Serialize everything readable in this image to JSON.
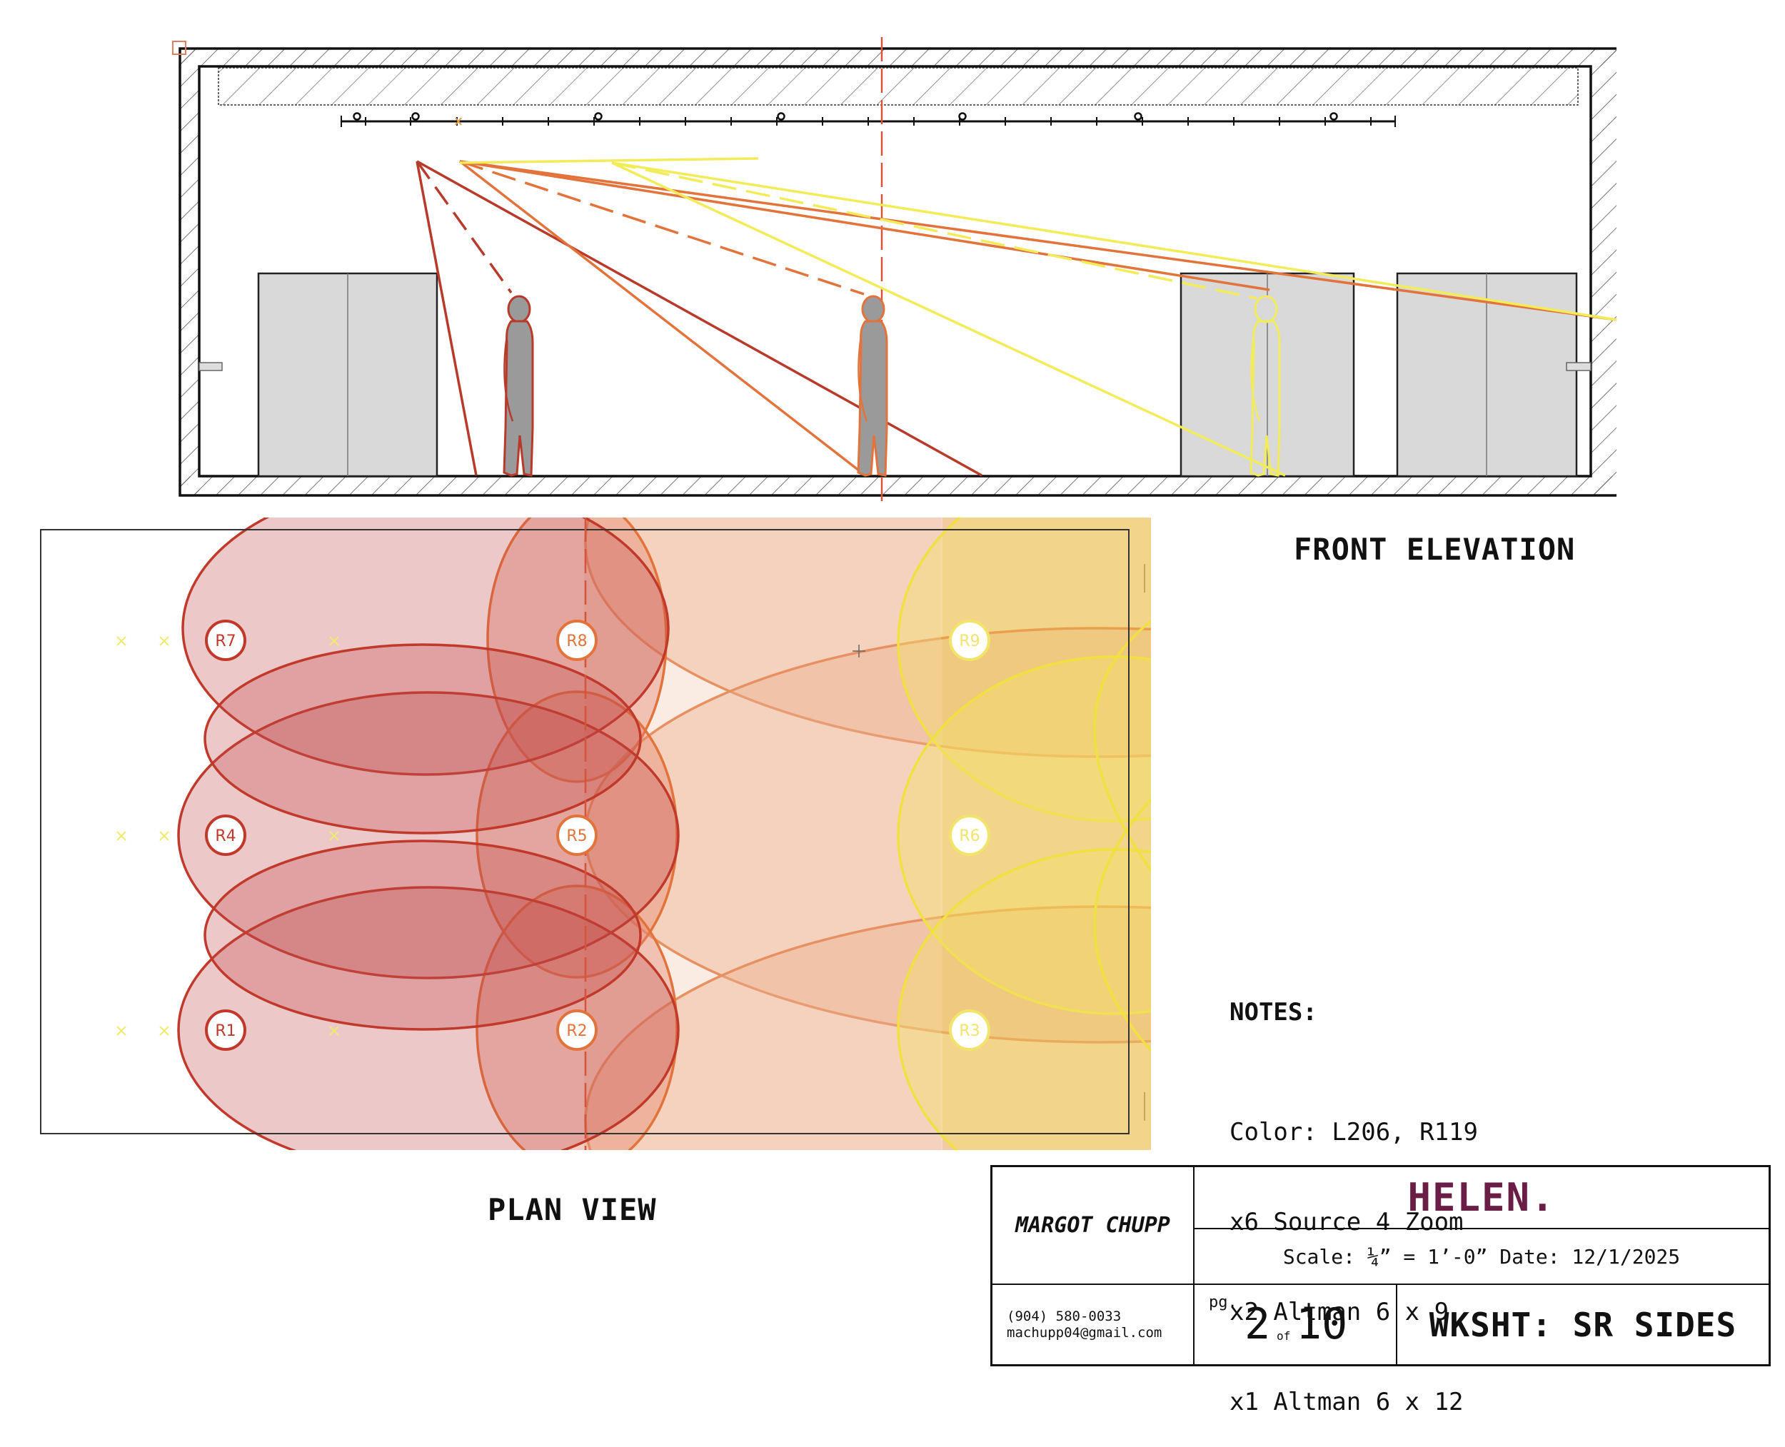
{
  "views": {
    "front_elevation_label": "FRONT ELEVATION",
    "plan_view_label": "PLAN VIEW"
  },
  "notes": {
    "heading": "NOTES:",
    "lines": [
      "Color: L206, R119",
      "x6 Source 4 Zoom",
      "x2 Altman 6 x 9",
      "x1 Altman 6 x 12"
    ]
  },
  "title_block": {
    "designer": "MARGOT CHUPP",
    "show": "HELEN.",
    "scale_date": "Scale: ¼” = 1’-0”   Date: 12/1/2025",
    "phone": "(904) 580-0033",
    "email": "machupp04@gmail.com",
    "pg_label": "pg.",
    "page": "2",
    "of_label": "of",
    "total_pages": "10",
    "sheet_title": "WKSHT: SR SIDES"
  },
  "plan_fixtures": [
    {
      "id": "R7",
      "color": "#c0392b"
    },
    {
      "id": "R8",
      "color": "#e2733b"
    },
    {
      "id": "R9",
      "color": "#f2e46a"
    },
    {
      "id": "R4",
      "color": "#c0392b"
    },
    {
      "id": "R5",
      "color": "#e2733b"
    },
    {
      "id": "R6",
      "color": "#f2e46a"
    },
    {
      "id": "R1",
      "color": "#c0392b"
    },
    {
      "id": "R2",
      "color": "#e2733b"
    },
    {
      "id": "R3",
      "color": "#f2e46a"
    }
  ],
  "colors": {
    "red_wash": "#c0392b",
    "orange_wash": "#e2733b",
    "yellow_wash": "#f2ec5a",
    "show_title": "#6a1d45",
    "flat_fill": "#d9d9d9",
    "figure_fill": "#9a9a9a"
  }
}
